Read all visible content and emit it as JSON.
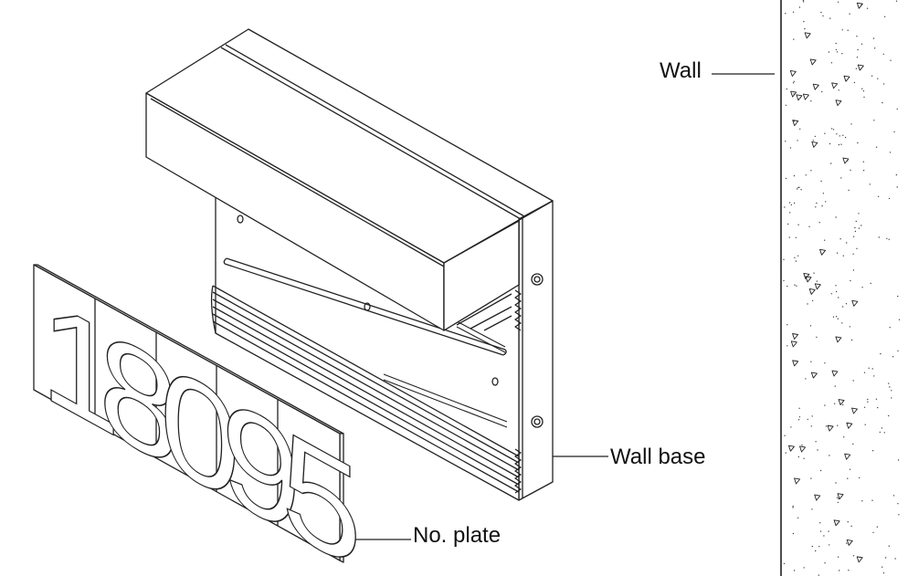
{
  "labels": {
    "wall": "Wall",
    "wall_base": "Wall base",
    "number_plate": "No. plate"
  },
  "plate": {
    "digits": [
      "1",
      "8",
      "0",
      "9",
      "5"
    ]
  },
  "colors": {
    "line": "#222222",
    "background": "#ffffff",
    "wall_fill": "#ffffff"
  }
}
